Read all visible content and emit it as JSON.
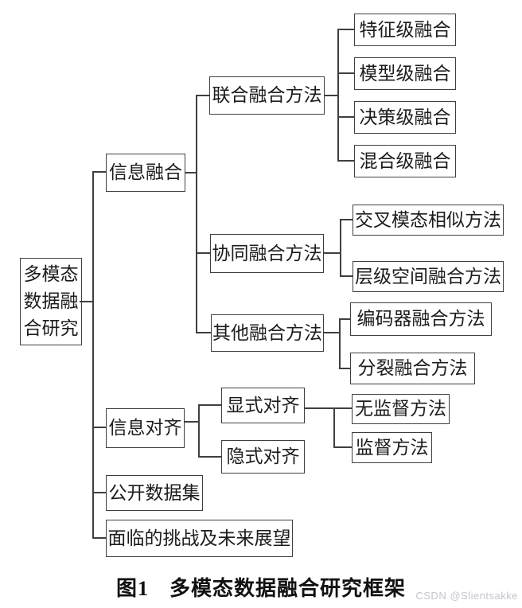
{
  "nodes": {
    "root": "多模态数据融合研究",
    "info_fusion": "信息融合",
    "joint_fusion": "联合融合方法",
    "feature_level": "特征级融合",
    "model_level": "模型级融合",
    "decision_level": "决策级融合",
    "hybrid_level": "混合级融合",
    "collab_fusion": "协同融合方法",
    "cross_modal_sim": "交叉模态相似方法",
    "hier_space": "层级空间融合方法",
    "other_fusion": "其他融合方法",
    "encoder_fusion": "编码器融合方法",
    "split_fusion": "分裂融合方法",
    "info_align": "信息对齐",
    "explicit_align": "显式对齐",
    "implicit_align": "隐式对齐",
    "unsupervised": "无监督方法",
    "supervised": "监督方法",
    "public_datasets": "公开数据集",
    "challenges": "面临的挑战及未来展望"
  },
  "hierarchy": {
    "root": [
      "info_fusion",
      "info_align",
      "public_datasets",
      "challenges"
    ],
    "info_fusion": [
      "joint_fusion",
      "collab_fusion",
      "other_fusion"
    ],
    "joint_fusion": [
      "feature_level",
      "model_level",
      "decision_level",
      "hybrid_level"
    ],
    "collab_fusion": [
      "cross_modal_sim",
      "hier_space"
    ],
    "other_fusion": [
      "encoder_fusion",
      "split_fusion"
    ],
    "info_align": [
      "explicit_align",
      "implicit_align"
    ],
    "explicit_align": [
      "unsupervised",
      "supervised"
    ]
  },
  "caption": {
    "figure_label": "图1",
    "title": "多模态数据融合研究框架"
  },
  "watermark": "CSDN @Slientsakke",
  "colors": {
    "line": "#3f3f3f",
    "text": "#1c1c1c",
    "background": "#ffffff",
    "watermark": "#c4c4cc"
  }
}
